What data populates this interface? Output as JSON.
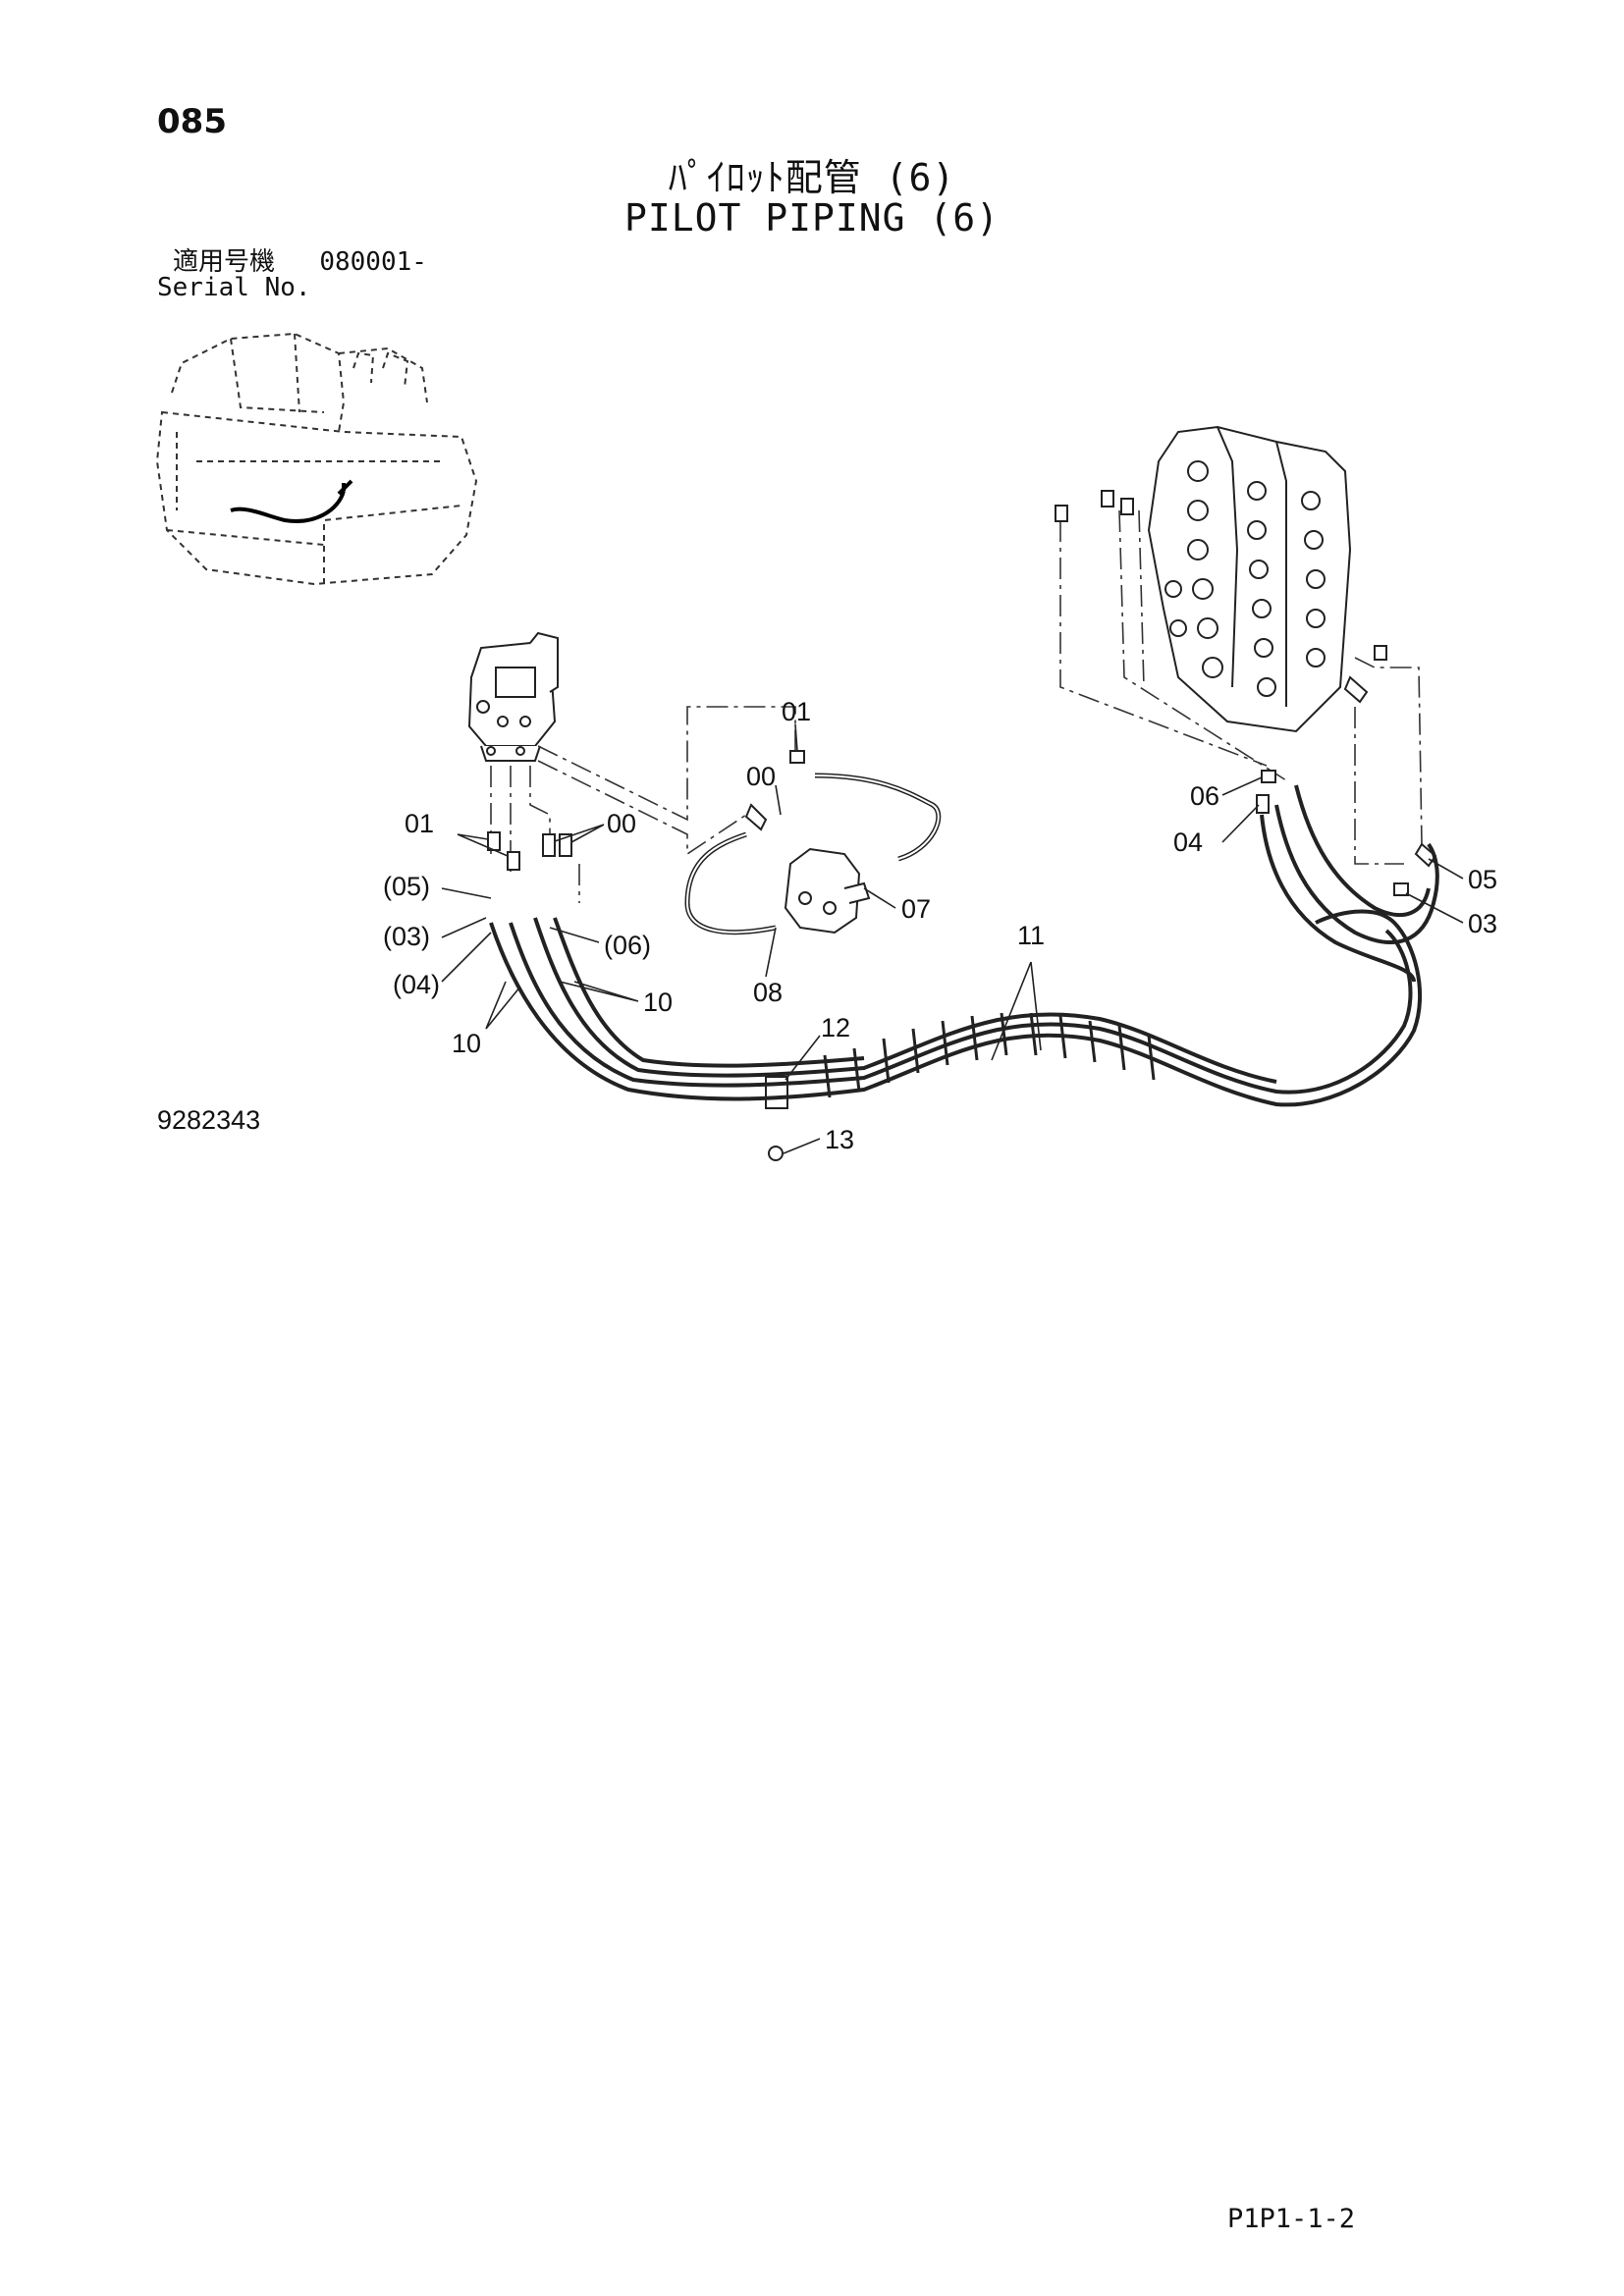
{
  "page": {
    "number": "085",
    "title_jp": "ﾊﾟｲﾛｯﾄ配管 (6)",
    "title_en": "PILOT PIPING (6)",
    "serial_label_jp": "適用号機",
    "serial_value": "080001-",
    "serial_label_en": "Serial No.",
    "drawing_number": "9282343",
    "page_code": "P1P1-1-2"
  },
  "callouts": {
    "c01_top": "01",
    "c00_top": "00",
    "c01_left": "01",
    "c00_left": "00",
    "c05_left": "(05)",
    "c03_left": "(03)",
    "c04_left": "(04)",
    "c06_left": "(06)",
    "c10_left": "10",
    "c10_right": "10",
    "c07": "07",
    "c08": "08",
    "c11": "11",
    "c12": "12",
    "c13": "13",
    "c06_right": "06",
    "c04_right": "04",
    "c05_right": "05",
    "c03_right": "03"
  }
}
